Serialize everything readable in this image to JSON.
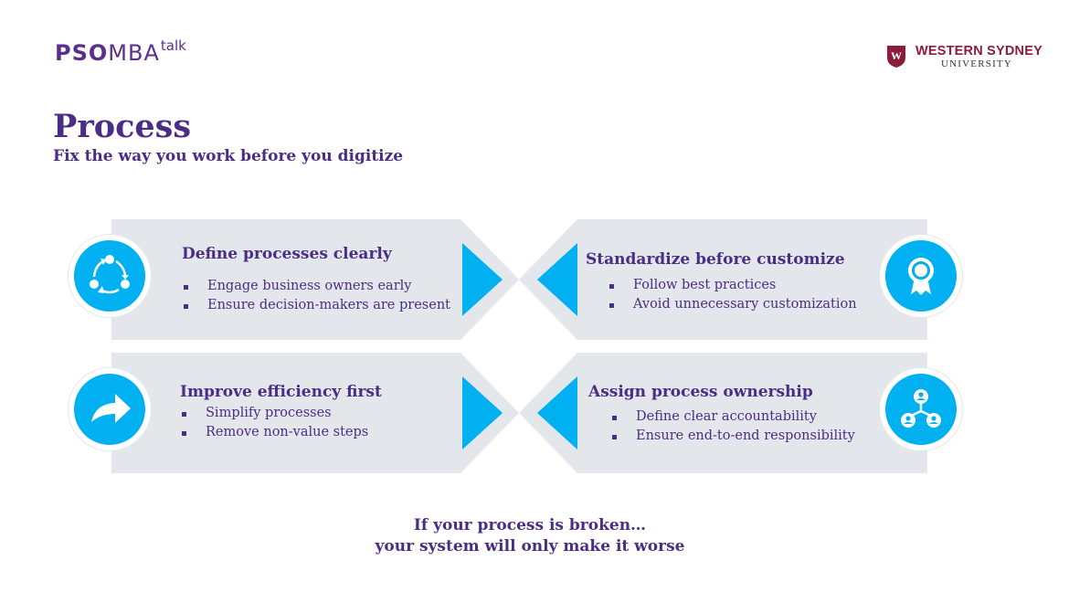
{
  "brand": {
    "pso": "PSO",
    "mba": "MBA",
    "talk": "talk"
  },
  "university": {
    "name": "WESTERN SYDNEY",
    "sub": "UNIVERSITY",
    "shield_letter": "W"
  },
  "slide": {
    "title": "Process",
    "subtitle": "Fix the way you work before you digitize"
  },
  "cards": [
    {
      "heading": "Define processes clearly",
      "icon": "cycle-arrows-icon",
      "bullets": [
        "Engage business owners early",
        "Ensure decision-makers are present"
      ]
    },
    {
      "heading": "Standardize before customize",
      "icon": "award-ribbon-icon",
      "bullets": [
        "Follow best practices",
        "Avoid unnecessary customization"
      ]
    },
    {
      "heading": "Improve efficiency first",
      "icon": "forward-arrow-icon",
      "bullets": [
        "Simplify processes",
        "Remove non-value steps"
      ]
    },
    {
      "heading": "Assign process ownership",
      "icon": "people-network-icon",
      "bullets": [
        "Define clear accountability",
        "Ensure end-to-end responsibility"
      ]
    }
  ],
  "tagline": {
    "line1": "If your process is broken…",
    "line2": "your system will only make it worse"
  },
  "colors": {
    "purple": "#4a2d86",
    "accent_blue": "#00b0f0",
    "panel_gray": "#e3e6ea",
    "maroon": "#8c1d3a"
  }
}
